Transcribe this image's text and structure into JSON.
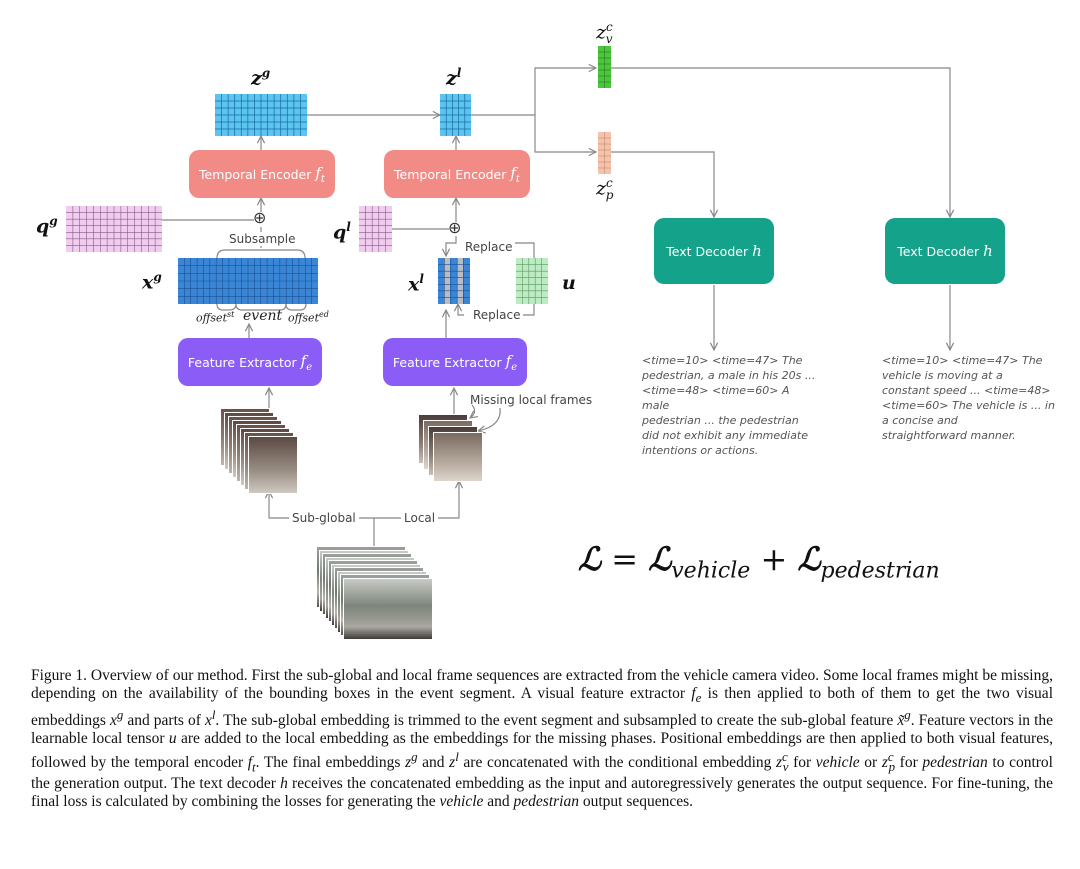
{
  "diagram": {
    "blocks": {
      "temporal_encoder_global": {
        "label": "Temporal Encoder",
        "symbol": "f",
        "subscript": "t"
      },
      "temporal_encoder_local": {
        "label": "Temporal Encoder",
        "symbol": "f",
        "subscript": "t"
      },
      "feature_extractor_global": {
        "label": "Feature Extractor",
        "symbol": "f",
        "subscript": "e"
      },
      "feature_extractor_local": {
        "label": "Feature Extractor",
        "symbol": "f",
        "subscript": "e"
      },
      "text_decoder_pedestrian": {
        "label": "Text Decoder",
        "symbol": "h"
      },
      "text_decoder_vehicle": {
        "label": "Text Decoder",
        "symbol": "h"
      }
    },
    "tensors": {
      "z_g": {
        "base": "z",
        "sup": "g",
        "color": "#5bc4f0"
      },
      "z_l": {
        "base": "z",
        "sup": "l",
        "color": "#5bc4f0"
      },
      "q_g": {
        "base": "q",
        "sup": "g",
        "color": "#f0cdef"
      },
      "q_l": {
        "base": "q",
        "sup": "l",
        "color": "#f0cdef"
      },
      "x_g": {
        "base": "x",
        "sup": "g",
        "color": "#3a86d6"
      },
      "x_l": {
        "base": "x",
        "sup": "l",
        "color": "#3a86d6"
      },
      "u": {
        "base": "u",
        "color": "#bdebc4"
      },
      "z_v_c": {
        "base": "z",
        "sup": "c",
        "sub": "v",
        "color": "#4cc63c"
      },
      "z_p_c": {
        "base": "z",
        "sup": "c",
        "sub": "p",
        "color": "#f5c3ad"
      }
    },
    "labels": {
      "subsample": "Subsample",
      "replace_top": "Replace",
      "replace_bottom": "Replace",
      "missing_local_frames": "Missing local frames",
      "sub_global": "Sub-global",
      "local": "Local",
      "offset_st": "offset",
      "offset_st_sup": "st",
      "event": "event",
      "offset_ed": "offset",
      "offset_ed_sup": "ed",
      "plus_symbol": "⊕"
    },
    "outputs": {
      "pedestrian": [
        "<time=10> <time=47> The",
        "pedestrian, a male in his 20s ...",
        "<time=48> <time=60> A male",
        "pedestrian ... the pedestrian",
        "did not exhibit any immediate",
        "intentions or actions."
      ],
      "vehicle": [
        "<time=10> <time=47> The",
        "vehicle is moving at a",
        "constant speed ... <time=48>",
        "<time=60> The vehicle is ... in",
        "a concise and",
        "straightforward manner."
      ]
    },
    "loss": {
      "lhs": "ℒ",
      "eq": "=",
      "term1": "ℒ",
      "term1_sub": "vehicle",
      "plus": "+",
      "term2": "ℒ",
      "term2_sub": "pedestrian"
    },
    "colors": {
      "temporal_encoder": "#f28b86",
      "feature_extractor": "#8b5cf6",
      "text_decoder": "#14a38a",
      "arrow": "#888888"
    }
  },
  "caption": {
    "p1": "Figure 1. Overview of our method. First the sub-global and local frame sequences are extracted from the vehicle camera video. Some local frames might be missing, depending on the availability of the bounding boxes in the event segment. A visual feature extractor ",
    "p2": " is then applied to both of them to get the two visual embeddings ",
    "p3": " and parts of ",
    "p4": ". The sub-global embedding is trimmed to the event segment and subsampled to create the sub-global feature ",
    "p5": ". Feature vectors in the learnable local tensor ",
    "p6": " are added to the local embedding as the embeddings for the missing phases. Positional embeddings are then applied to both visual features, followed by the temporal encoder ",
    "p7": ". The final embeddings ",
    "p8": " and ",
    "p9": " are concatenated with the conditional embedding ",
    "p10": " for ",
    "p11": "vehicle",
    "p12": " or ",
    "p13": " for ",
    "p14": "pedestrian",
    "p15": " to control the generation output. The text decoder ",
    "p16": " receives the concatenated embedding as the input and autoregressively generates the output sequence. For fine-tuning, the final loss is calculated by combining the losses for generating the ",
    "p17": "vehicle",
    "p18": " and ",
    "p19": "pedestrian",
    "p20": " output sequences.",
    "m_fe": "f",
    "m_fe_sub": "e",
    "m_xg": "x",
    "m_xg_sup": "g",
    "m_xl": "x",
    "m_xl_sup": "l",
    "m_xtg": "x̃",
    "m_xtg_sup": "g",
    "m_u": "u",
    "m_ft": "f",
    "m_ft_sub": "t",
    "m_zg": "z",
    "m_zg_sup": "g",
    "m_zl": "z",
    "m_zl_sup": "l",
    "m_zvc": "z",
    "m_zvc_sup": "c",
    "m_zvc_sub": "v",
    "m_zpc": "z",
    "m_zpc_sup": "c",
    "m_zpc_sub": "p",
    "m_h": "h"
  }
}
